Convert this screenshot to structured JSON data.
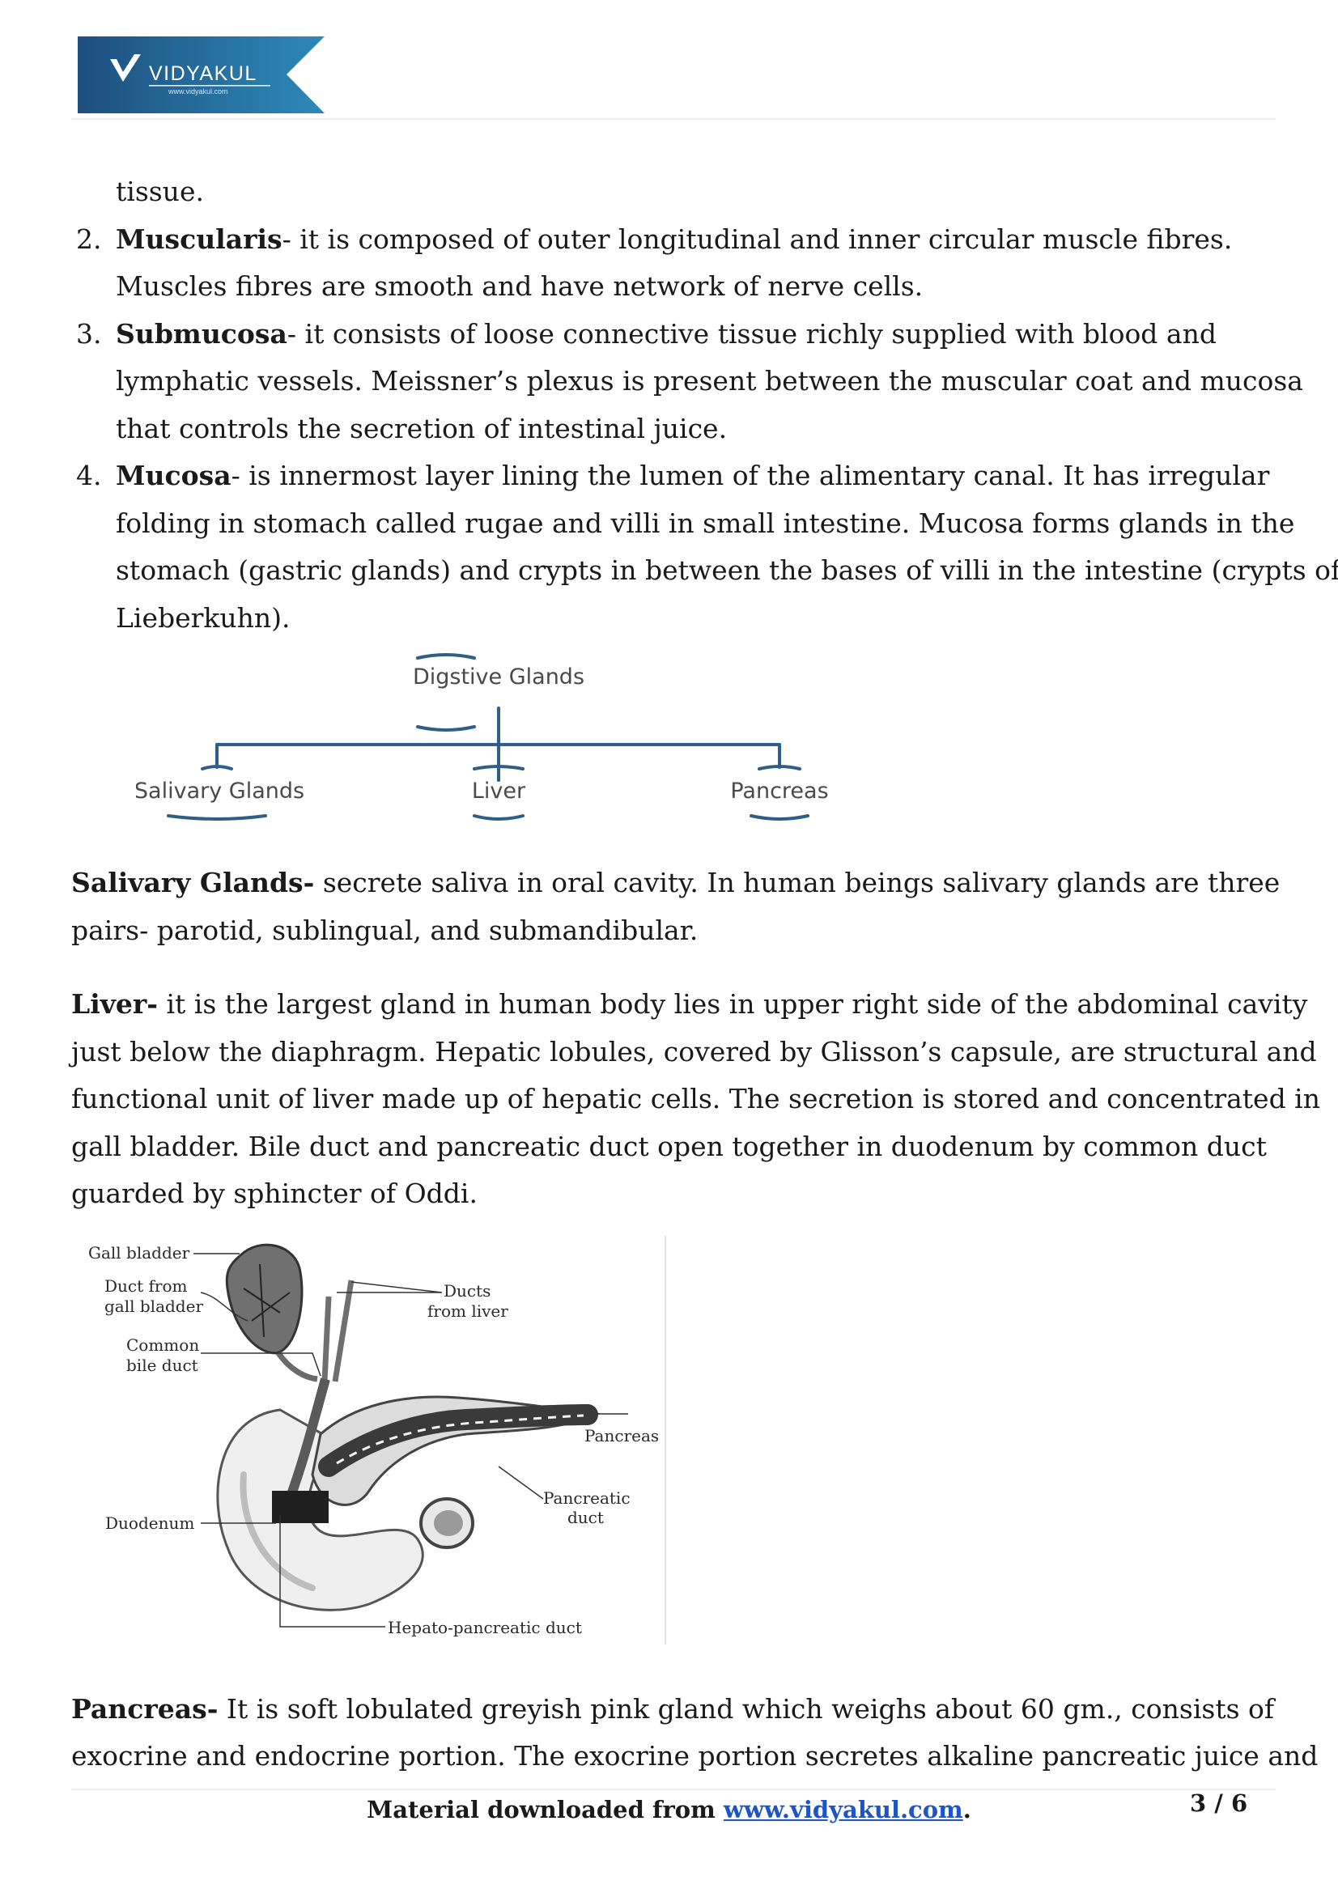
{
  "header": {
    "logo_text": "VIDYAKUL",
    "logo_subtext": "www.vidyakul.com"
  },
  "content": {
    "continuation": "tissue.",
    "list": [
      {
        "num": "2.",
        "term": "Muscularis",
        "line1": "- it is composed of outer longitudinal and inner circular muscle fibres.",
        "lines": [
          "Muscles fibres are smooth and have network of nerve cells."
        ]
      },
      {
        "num": "3.",
        "term": "Submucosa",
        "line1": "- it consists of loose connective tissue richly supplied with blood and",
        "lines": [
          "lymphatic vessels. Meissner’s plexus is present between the muscular coat and mucosa",
          "that controls the secretion of intestinal juice."
        ]
      },
      {
        "num": "4.",
        "term": "Mucosa",
        "line1": "- is innermost layer lining the lumen of the alimentary canal. It has irregular",
        "lines": [
          "folding in stomach called rugae and villi in small intestine. Mucosa forms glands in the",
          "stomach (gastric glands) and crypts in between the bases of villi in the intestine (crypts of",
          "Lieberkuhn)."
        ]
      }
    ],
    "salivary": {
      "term": "Salivary Glands-",
      "line1": " secrete saliva in oral cavity. In human beings salivary glands are three",
      "line2": "pairs- parotid, sublingual, and submandibular."
    },
    "liver": {
      "term": "Liver-",
      "line1": " it is the largest gland in human body lies in upper right side of the abdominal cavity",
      "lines": [
        "just below the diaphragm. Hepatic lobules, covered by Glisson’s capsule, are structural and",
        "functional unit of liver made up of hepatic cells. The secretion is stored and concentrated in",
        "gall bladder. Bile duct and pancreatic duct open together in duodenum by common duct",
        "guarded by sphincter of Oddi."
      ]
    },
    "pancreas": {
      "term": "Pancreas-",
      "line1": " It is soft lobulated greyish pink gland which weighs about 60 gm., consists of",
      "line2": "exocrine and endocrine portion. The exocrine portion secretes alkaline pancreatic juice and"
    }
  },
  "diagram_glands": {
    "root": "Digstive Glands",
    "children": [
      "Salivary Glands",
      "Liver",
      "Pancreas"
    ],
    "line_color": "#2f5f86"
  },
  "figure_liver": {
    "labels": {
      "gall_bladder": "Gall bladder",
      "duct_from_gb_1": "Duct from",
      "duct_from_gb_2": "gall bladder",
      "common_bile_1": "Common",
      "common_bile_2": "bile duct",
      "duodenum": "Duodenum",
      "ducts_liver_1": "Ducts",
      "ducts_liver_2": "from liver",
      "pancreas": "Pancreas",
      "pancreatic_duct_1": "Pancreatic",
      "pancreatic_duct_2": "duct",
      "hepato": "Hepato-pancreatic duct"
    }
  },
  "footer": {
    "text": "Material downloaded from ",
    "link": "www.vidyakul.com",
    "end": ".",
    "page": "3 / 6"
  }
}
